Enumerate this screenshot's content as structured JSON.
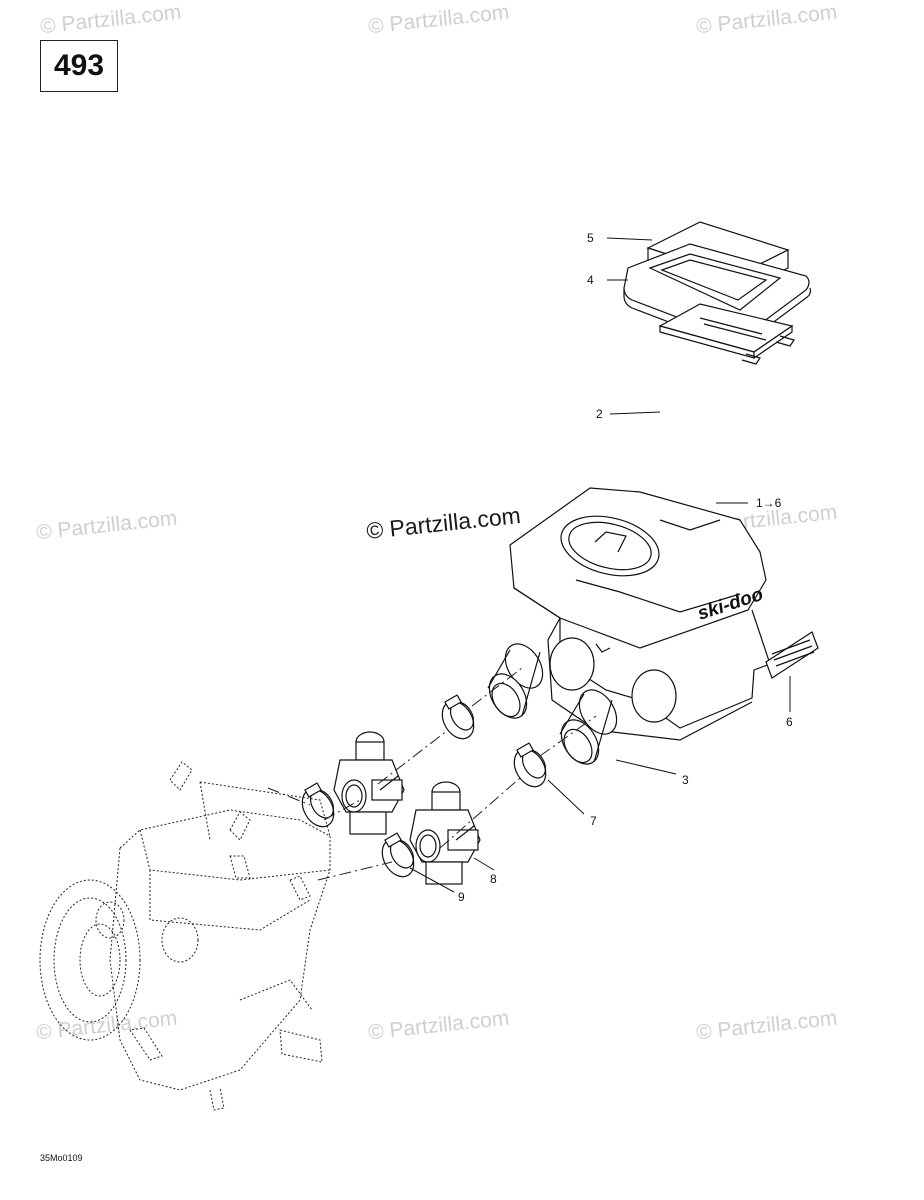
{
  "diagram": {
    "page_number": "493",
    "reference_code": "35Mo0109",
    "watermark_text": "© Partzilla.com",
    "center_watermark": "© Partzilla.com",
    "brand_logo": "ski-doo",
    "callouts": {
      "c5": "5",
      "c4": "4",
      "c2": "2",
      "c1to6": "1→6",
      "c6": "6",
      "c3": "3",
      "c7": "7",
      "c8": "8",
      "c9": "9"
    }
  }
}
